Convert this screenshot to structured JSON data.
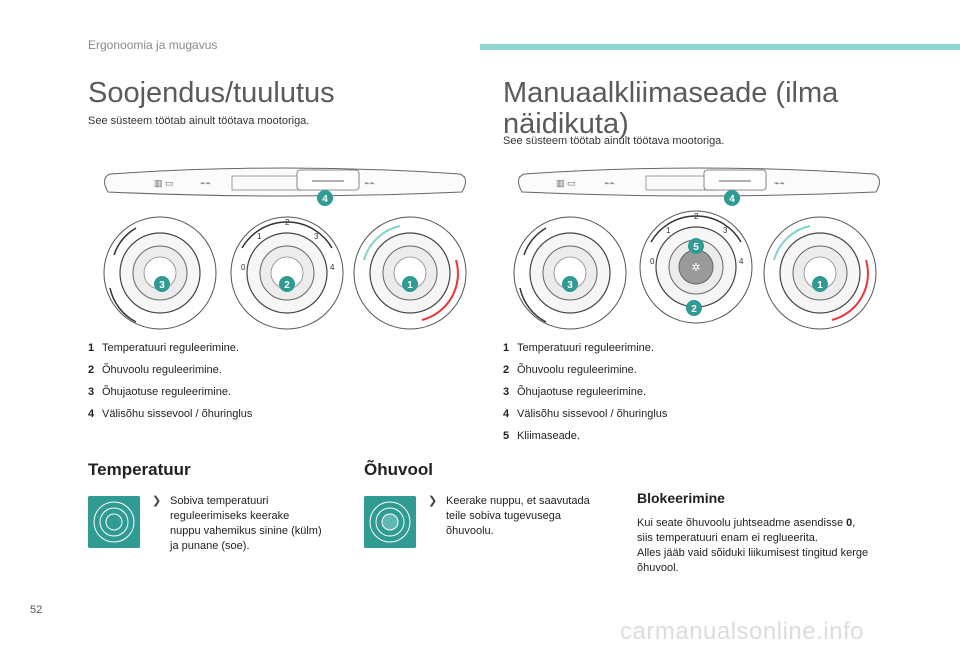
{
  "header": {
    "section": "Ergonoomia ja mugavus"
  },
  "page_number": "52",
  "watermark": "carmanualsonline.info",
  "left": {
    "title": "Soojendus/tuulutus",
    "subtitle": "See süsteem töötab ainult töötava mootoriga.",
    "items": [
      {
        "num": "1",
        "text": "Temperatuuri reguleerimine."
      },
      {
        "num": "2",
        "text": "Õhuvoolu reguleerimine."
      },
      {
        "num": "3",
        "text": "Õhujaotuse reguleerimine."
      },
      {
        "num": "4",
        "text": "Välisõhu sissevool / õhuringlus"
      }
    ],
    "dial_labels": {
      "d1": "1",
      "d2": "2",
      "d3": "3",
      "d4": "4"
    }
  },
  "right": {
    "title_line1": "Manuaalkliimaseade (ilma",
    "title_line2": "näidikuta)",
    "subtitle": "See süsteem töötab ainult töötava mootoriga.",
    "items": [
      {
        "num": "1",
        "text": "Temperatuuri reguleerimine."
      },
      {
        "num": "2",
        "text": "Õhuvoolu reguleerimine."
      },
      {
        "num": "3",
        "text": "Õhujaotuse reguleerimine."
      },
      {
        "num": "4",
        "text": "Välisõhu sissevool / õhuringlus"
      },
      {
        "num": "5",
        "text": "Kliimaseade."
      }
    ],
    "dial_labels": {
      "d1": "1",
      "d2": "2",
      "d3": "3",
      "d4": "4",
      "d5": "5"
    }
  },
  "fan_scale": {
    "s0": "0",
    "s1": "1",
    "s2": "2",
    "s3": "3",
    "s4": "4"
  },
  "temperature": {
    "heading": "Temperatuur",
    "bullet_lines": [
      "Sobiva temperatuuri",
      "reguleerimiseks keerake",
      "nuppu vahemikus sinine (külm)",
      "ja punane (soe)."
    ]
  },
  "airflow": {
    "heading": "Õhuvool",
    "bullet_lines": [
      "Keerake nuppu, et saavutada",
      "teile sobiva tugevusega",
      "õhuvoolu."
    ]
  },
  "lock": {
    "heading": "Blokeerimine",
    "line1_pre": "Kui seate õhuvoolu juhtseadme asendisse ",
    "line1_bold": "0",
    "line1_post": ",",
    "line2": "siis temperatuuri enam ei reglueerita.",
    "line3": "Alles jääb vaid sõiduki liikumisest tingitud kerge",
    "line4": "õhuvool."
  },
  "colors": {
    "teal": "#2f9b93",
    "header_bar": "#8fd6d1",
    "cold": "#7fd3cc",
    "hot": "#e8353a"
  }
}
